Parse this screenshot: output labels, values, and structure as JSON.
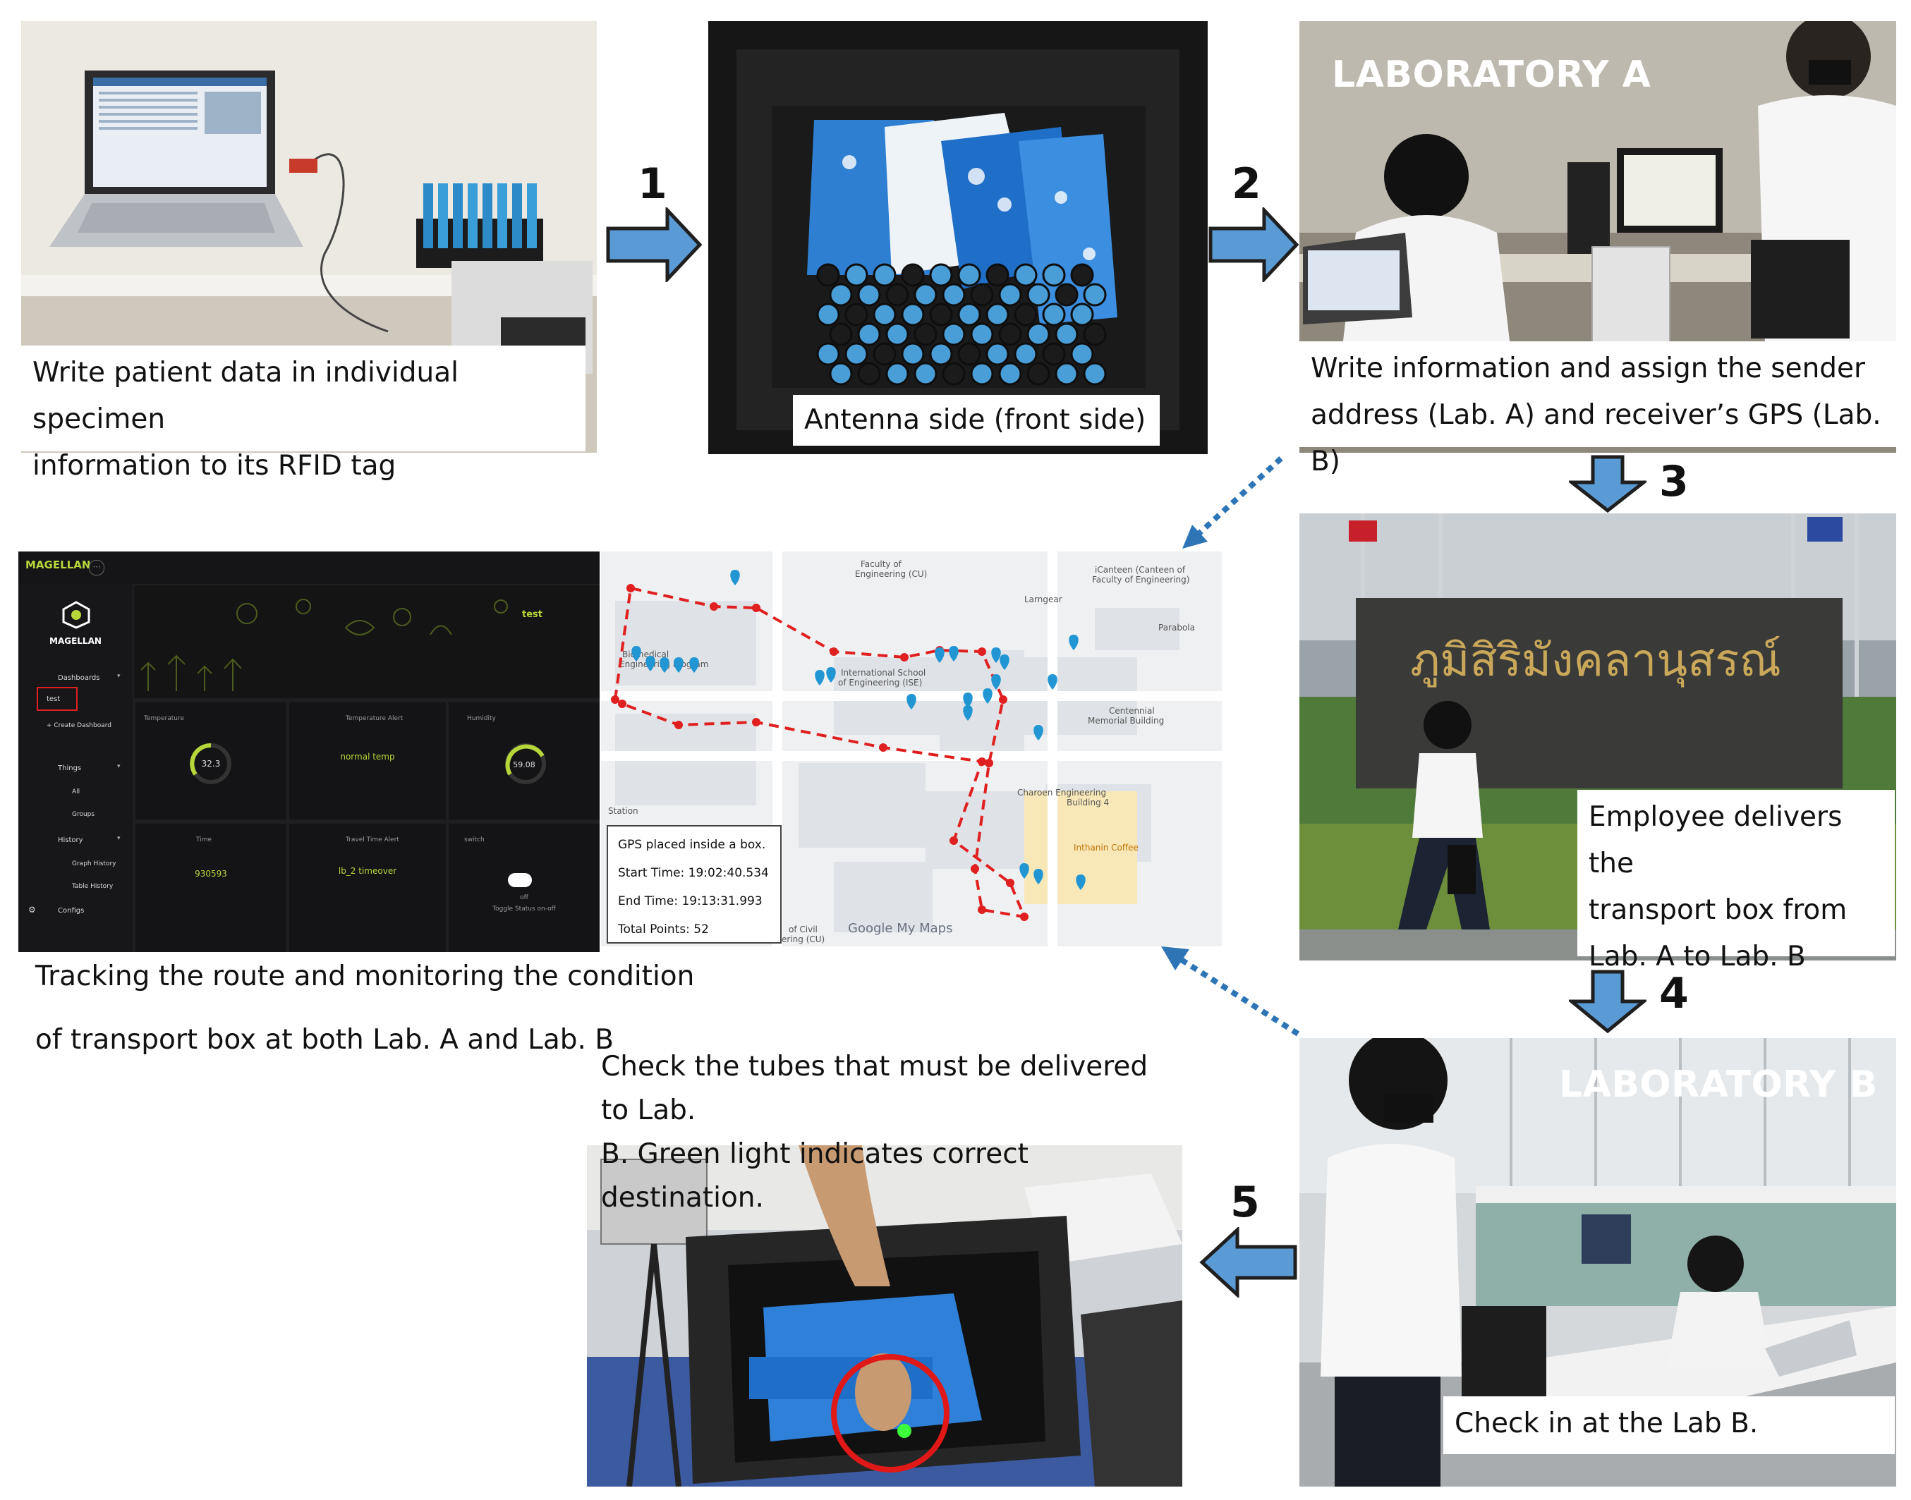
{
  "steps": {
    "s1": {
      "num": "1",
      "caption": [
        "Write patient data in individual specimen",
        "information to its RFID tag"
      ]
    },
    "s2": {
      "num": "2",
      "caption": [
        "Antenna side (front side)"
      ]
    },
    "s3": {
      "num": "3",
      "title": "LABORATORY A",
      "caption": [
        "Write information and assign the sender",
        "address (Lab. A) and receiver’s GPS (Lab. B)"
      ]
    },
    "s4": {
      "num": "4",
      "caption": [
        "Employee delivers the",
        "transport box from",
        "Lab. A to Lab. B"
      ]
    },
    "s5": {
      "num": "5",
      "title": "LABORATORY B",
      "caption": [
        "Check in at the Lab B."
      ]
    },
    "s6": {
      "caption": [
        "Check the tubes that must be delivered to Lab.",
        "B. Green light indicates correct destination."
      ]
    }
  },
  "tracking": {
    "caption": [
      "Tracking the route and monitoring the condition",
      "of transport box at both Lab. A and Lab. B"
    ]
  },
  "dashboard": {
    "brand": "MAGELLAN",
    "logo_text": "MAGELLAN",
    "banner_tag": "test",
    "sidebar": {
      "dashboards": "Dashboards",
      "test_item": "test",
      "create": "+ Create Dashboard",
      "things": "Things",
      "all": "All",
      "groups": "Groups",
      "history": "History",
      "graph_history": "Graph History",
      "table_history": "Table History",
      "configs": "Configs"
    },
    "tiles": {
      "temperature": {
        "label": "Temperature",
        "value": "32.3"
      },
      "temp_alert": {
        "label": "Temperature Alert",
        "value": "normal temp"
      },
      "humidity": {
        "label": "Humidity",
        "value": "59.08"
      },
      "time": {
        "label": "Time",
        "value": "930593"
      },
      "travel_alert": {
        "label": "Travel Time Alert",
        "value": "lb_2 timeover"
      },
      "switch": {
        "label": "switch",
        "state": "off",
        "hint": "Toggle Status on-off"
      }
    }
  },
  "map": {
    "labels": {
      "faculty_cu": [
        "Faculty of",
        "Engineering (CU)"
      ],
      "icanteen": [
        "iCanteen (Canteen of",
        "Faculty of Engineering)"
      ],
      "larngear": "Larngear",
      "parabola": "Parabola",
      "biomedical": [
        "Biomedical",
        "Engineering Program"
      ],
      "ise": [
        "International School",
        "of Engineering (ISE)"
      ],
      "centennial": [
        "Centennial",
        "Memorial Building"
      ],
      "charoen": [
        "Charoen Engineering",
        "Building 4"
      ],
      "inthanin": "Inthanin Coffee",
      "station": "Station",
      "civil": [
        "of Civil",
        "ering (CU)"
      ],
      "google": "Google My Maps"
    },
    "gps_box": {
      "title": "GPS placed inside a box.",
      "start": "Start Time: 19:02:40.534",
      "end": "End Time: 19:13:31.993",
      "points": "Total Points: 52"
    }
  },
  "colors": {
    "arrow_fill": "#5b9bd5",
    "arrow_stroke": "#1f1f1f",
    "dotted_arrow": "#2e75b6",
    "route": "#e02020",
    "pin": "#2196d3",
    "accent_green": "#b6d63a"
  }
}
